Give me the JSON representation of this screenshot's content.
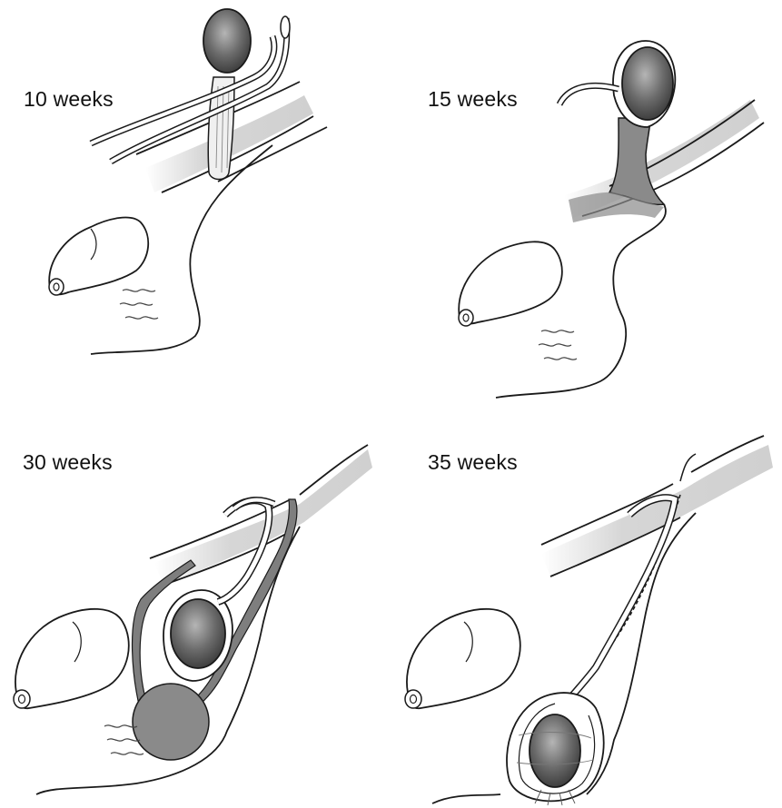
{
  "colors": {
    "outline": "#1a1a1a",
    "wall_band": "#d9d9d9",
    "sac_fill": "#8a8a8a",
    "testis_dark": "#4a4a4a",
    "testis_light": "#a0a0a0"
  },
  "panels": [
    {
      "label": "10 weeks"
    },
    {
      "label": "15 weeks"
    },
    {
      "label": "30 weeks"
    },
    {
      "label": "35 weeks"
    }
  ]
}
